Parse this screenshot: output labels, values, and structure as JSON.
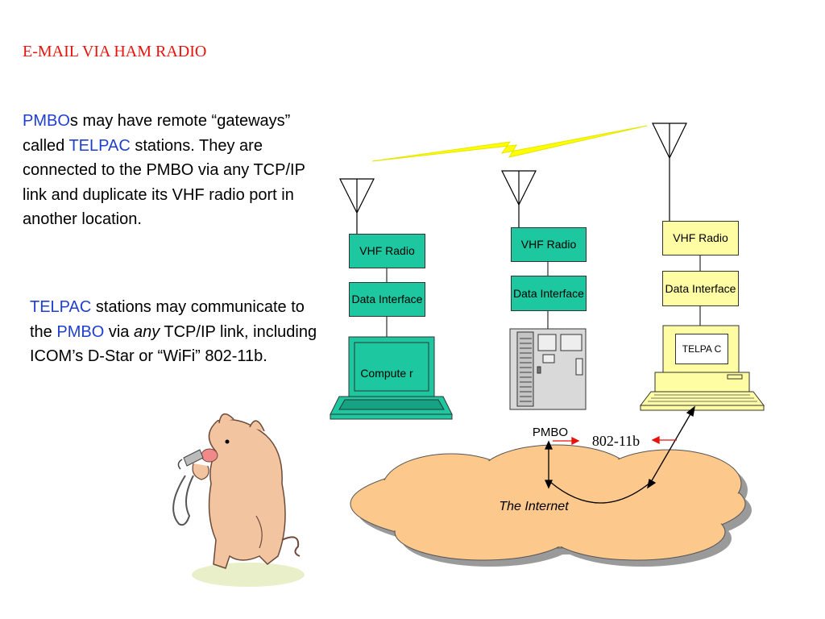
{
  "title": "E-MAIL VIA HAM RADIO",
  "paragraph1": {
    "pmbo": "PMBO",
    "t1": "s may have remote “gateways” called ",
    "telpac": "TELPAC",
    "t2": " stations. They are connected to the PMBO via any TCP/IP link and duplicate its VHF radio port in another location."
  },
  "paragraph2": {
    "telpac": "TELPAC",
    "t1": " stations may communicate to the ",
    "pmbo": "PMBO",
    "t2": " via ",
    "any": "any",
    "t3": " TCP/IP link, including ICOM’s D-Star or “WiFi” 802-11b."
  },
  "stations": {
    "left": {
      "radio": "VHF Radio",
      "interface": "Data Interface",
      "device": "Compute r"
    },
    "middle": {
      "radio": "VHF Radio",
      "interface": "Data Interface",
      "label": "PMBO"
    },
    "right": {
      "radio": "VHF Radio",
      "interface": "Data Interface",
      "device": "TELPA C"
    }
  },
  "wifi_label": "802-11b",
  "internet_label": "The Internet",
  "colors": {
    "title": "#e8120c",
    "keyword": "#1f3fd1",
    "station_green": "#1dc7a0",
    "station_yellow": "#fffda3",
    "cloud": "#fdc88c",
    "lightning": "#ffff00",
    "arrow_red": "#e8120c"
  },
  "icons": [
    "antenna-icon",
    "laptop-icon",
    "server-tower-icon",
    "lightning-bolt-icon",
    "internet-cloud-icon",
    "pig-mascot-icon"
  ]
}
